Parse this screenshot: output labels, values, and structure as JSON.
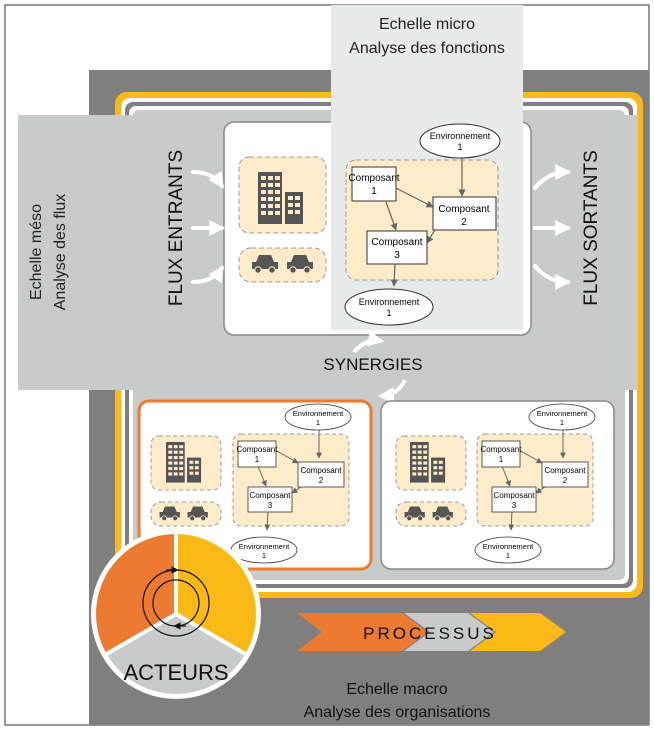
{
  "micro": {
    "line1": "Echelle micro",
    "line2": "Analyse des fonctions"
  },
  "meso": {
    "line1": "Echelle méso",
    "line2": "Analyse des flux"
  },
  "macro": {
    "line1": "Echelle macro",
    "line2": "Analyse des organisations"
  },
  "flux_entrants": "FLUX ENTRANTS",
  "flux_sortants": "FLUX SORTANTS",
  "synergies": "SYNERGIES",
  "acteurs": "ACTEURS",
  "processus": "PROCESSUS",
  "composant_label": "Composant",
  "environnement_label": "Environnement",
  "num1": "1",
  "num2": "2",
  "num3": "3",
  "colors": {
    "orange": "#EC7A30",
    "yellow": "#FBB917",
    "dark_gray": "#7F7F7F",
    "light_gray": "#C9CBCB",
    "cream": "#FDEBC9",
    "micro_box": "#E8E9E9"
  }
}
